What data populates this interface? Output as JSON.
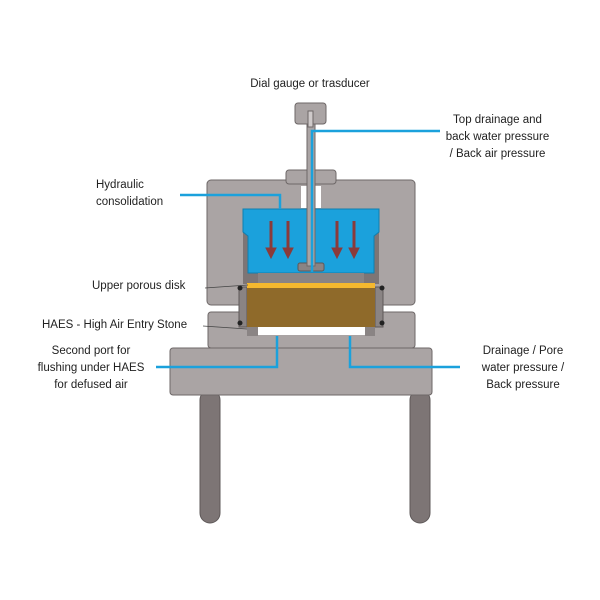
{
  "labels": {
    "dial_gauge": "Dial gauge or trasducer",
    "top_drainage": [
      "Top drainage and",
      "back water pressure",
      "/ Back air pressure"
    ],
    "hydraulic": [
      "Hydraulic",
      "consolidation"
    ],
    "upper_porous_disk": "Upper porous disk",
    "haes": "HAES - High Air Entry Stone",
    "second_port": [
      "Second port for",
      "flushing under HAES",
      "for defused air"
    ],
    "drainage": [
      "Drainage / Pore",
      "water pressure /",
      "Back pressure"
    ]
  },
  "colors": {
    "frame": "#aaa4a4",
    "frame_dark": "#7d7575",
    "water": "#1ba1dc",
    "soil": "#8f6a2a",
    "porous_disk": "#f5b82e",
    "arrow": "#8b3a3a"
  }
}
